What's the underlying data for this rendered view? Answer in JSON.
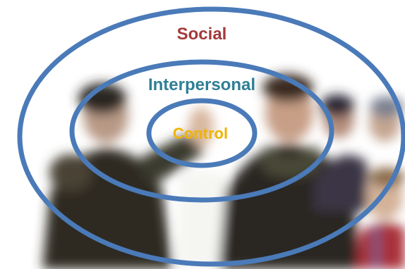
{
  "diagram": {
    "rings": [
      {
        "key": "outer",
        "label": "Social",
        "label_color": "#a33a3a",
        "ring_color": "#4a7ab8"
      },
      {
        "key": "middle",
        "label": "Interpersonal",
        "label_color": "#2e7f95",
        "ring_color": "#4a7ab8"
      },
      {
        "key": "inner",
        "label": "Control",
        "label_color": "#f0b400",
        "ring_color": "#4a7ab8"
      }
    ],
    "background": {
      "type": "blurred group photo of people"
    }
  }
}
